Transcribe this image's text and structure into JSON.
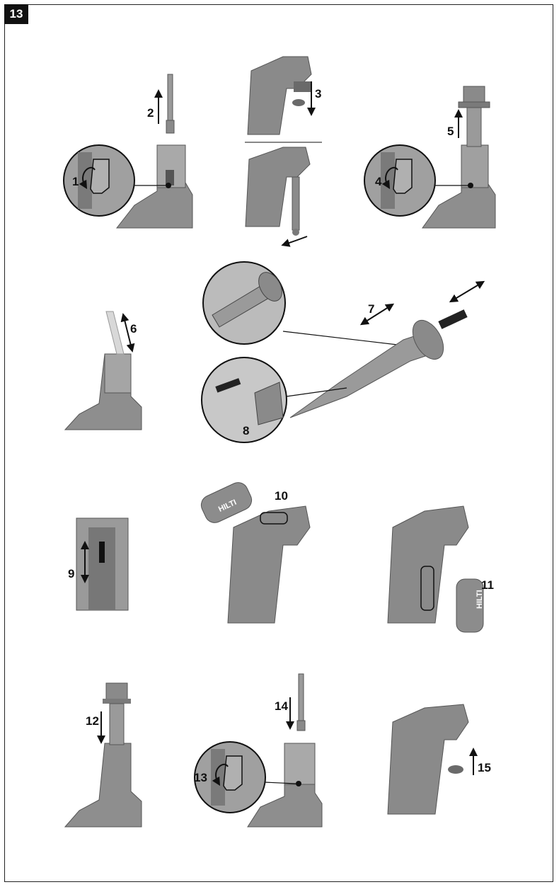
{
  "page": {
    "figure_number": "13",
    "brand_logo_text": "HILTI"
  },
  "steps": [
    {
      "label": "1"
    },
    {
      "label": "2"
    },
    {
      "label": "3"
    },
    {
      "label": "4"
    },
    {
      "label": "5"
    },
    {
      "label": "6"
    },
    {
      "label": "7"
    },
    {
      "label": "8"
    },
    {
      "label": "9"
    },
    {
      "label": "10"
    },
    {
      "label": "11"
    },
    {
      "label": "12"
    },
    {
      "label": "13"
    },
    {
      "label": "14"
    },
    {
      "label": "15"
    }
  ],
  "colors": {
    "tool_fill": "#8a8a8a",
    "tool_dark": "#5a5a5a",
    "tool_light": "#b5b5b5",
    "line": "#111111"
  }
}
